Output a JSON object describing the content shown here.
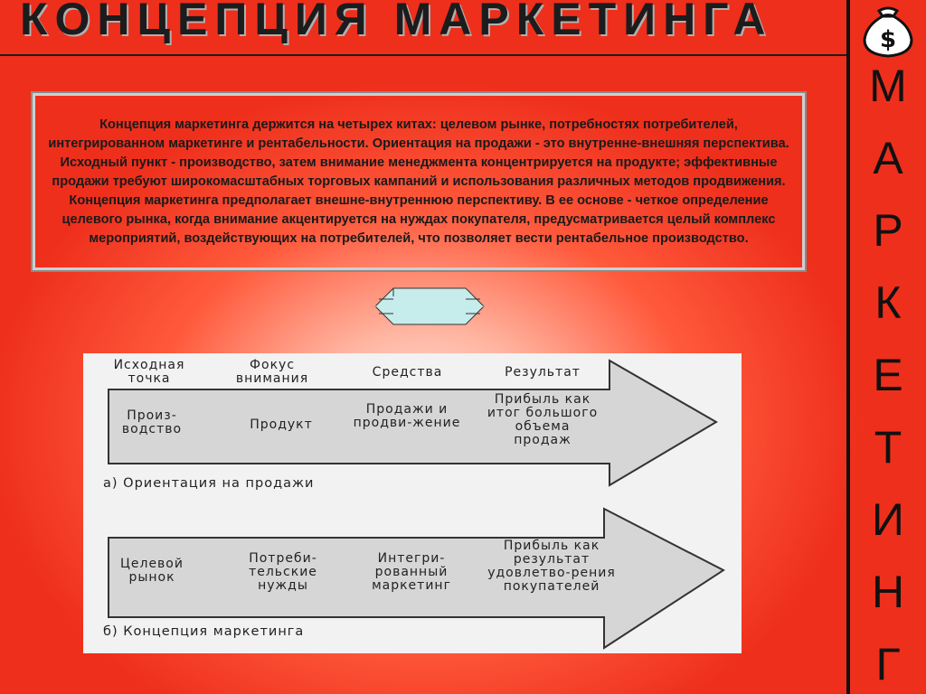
{
  "header": {
    "title": "КОНЦЕПЦИЯ МАРКЕТИНГА",
    "vertical_letters": [
      "М",
      "А",
      "Р",
      "К",
      "Е",
      "Т",
      "И",
      "Н",
      "Г"
    ]
  },
  "icons": {
    "corner": "money-bag-icon",
    "arrow": "double-arrow-icon"
  },
  "body_text": "Концепция маркетинга держится на четырех китах: целевом рынке, потребностях потребителей, интегрированном маркетинге и рентабельности. Ориентация на продажи - это внутренне-внешняя перспектива. Исходный пункт - производство, затем внимание менеджмента концентрируется на продукте; эффективные продажи требуют широкомасштабных торговых кампаний и использования различных методов продвижения. Концепция маркетинга предполагает внешне-внутреннюю перспективу. В ее основе - четкое определение целевого рынка, когда внимание акцентируется на нуждах покупателя, предусматривается целый комплекс мероприятий, воздействующих на потребителей, что позволяет вести рентабельное производство.",
  "diagram": {
    "columns": [
      "Исходная точка",
      "Фокус внимания",
      "Средства",
      "Результат"
    ],
    "row_a": {
      "cells": [
        "Произ-водство",
        "Продукт",
        "Продажи и продви-жение",
        "Прибыль как итог большого объема продаж"
      ],
      "caption": "а) Ориентация на продажи"
    },
    "row_b": {
      "cells": [
        "Целевой рынок",
        "Потреби-тельские нужды",
        "Интегри-рованный маркетинг",
        "Прибыль как результат удовлетво-рения покупателей"
      ],
      "caption": "б) Концепция маркетинга"
    }
  },
  "colors": {
    "background": "#ee2f1c",
    "highlight": "#ffe9e0",
    "arrow_fill": "#c6ecec",
    "diagram_arrow": "#d9d9d9"
  }
}
